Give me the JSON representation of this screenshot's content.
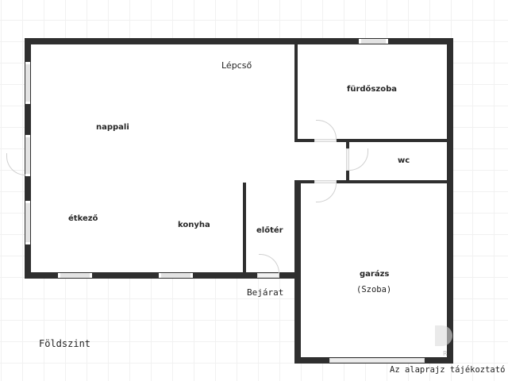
{
  "floor_plan": {
    "floor_name": "Földszint",
    "disclaimer": "Az alaprajz tájékoztató",
    "rooms": {
      "nappali": "nappali",
      "etkezo": "étkező",
      "konyha": "konyha",
      "lepcso": "Lépcső",
      "furdoszoba": "fürdőszoba",
      "wc": "wc",
      "eloter": "előtér",
      "garazs": "garázs",
      "garazs_note": "(Szoba)"
    },
    "entrance_label": "Bejárat"
  },
  "colors": {
    "wall": "#2f2f2f",
    "window": "#e3e3e3",
    "grid": "#f1f1f1",
    "background": "#ffffff"
  }
}
